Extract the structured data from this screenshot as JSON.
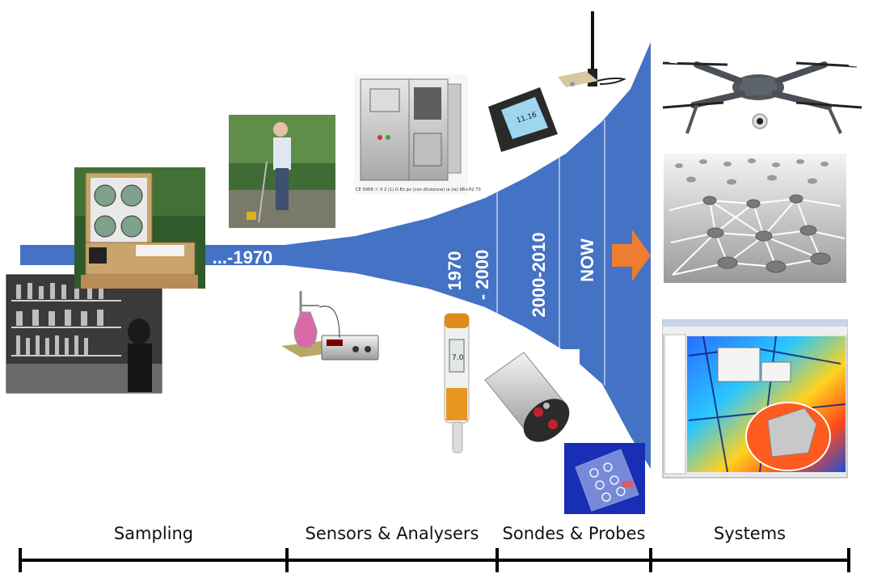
{
  "eras": {
    "e1970": "...-1970",
    "e1970_2000_line1": "1970",
    "e1970_2000_line2": "- 2000",
    "e2000_2010": "2000-2010",
    "now": "NOW"
  },
  "stages": [
    "Sampling",
    "Sensors & Analysers",
    "Sondes & Probes",
    "Systems"
  ],
  "colors": {
    "funnel_blue": "#4472C4",
    "arrow_orange": "#ED7D31",
    "timeline": "#000000"
  },
  "images": [
    {
      "name": "historic-lab-photo"
    },
    {
      "name": "sampling-cabinet-photo"
    },
    {
      "name": "field-sampling-photo"
    },
    {
      "name": "analyser-cabinet-photo"
    },
    {
      "name": "lab-meter-photo"
    },
    {
      "name": "handheld-logger-photo"
    },
    {
      "name": "antenna-device-photo"
    },
    {
      "name": "pen-probe-photo"
    },
    {
      "name": "sonde-probe-photo"
    },
    {
      "name": "microchip-sensor-photo"
    },
    {
      "name": "drone-photo"
    },
    {
      "name": "sensor-network-graphic"
    },
    {
      "name": "gis-map-screenshot"
    }
  ],
  "analyser_caption": "CE 0068 ⓔ II 2 (1) G Ex px (con diluizione) ia (ia) IIB+H2 T3"
}
